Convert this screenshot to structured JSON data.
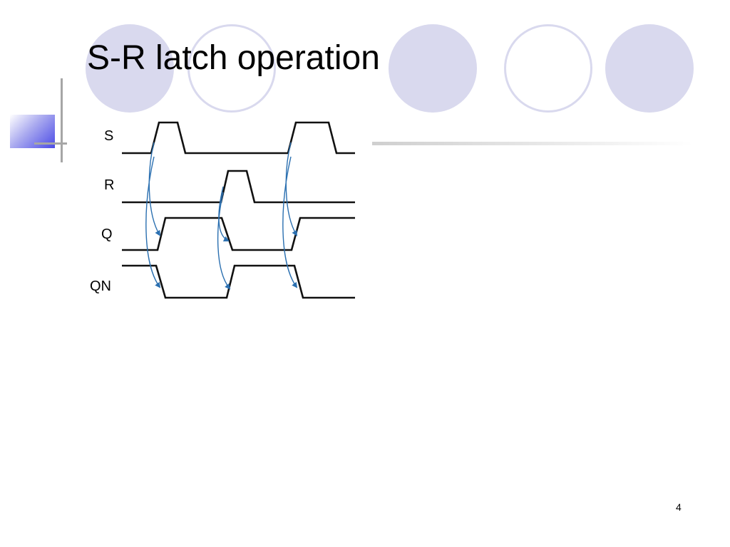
{
  "slide": {
    "title": "S-R latch operation",
    "page_number": "4"
  },
  "theme": {
    "circle_fill": "#d9d9ee",
    "arrow_color": "#2a6fb0",
    "accent_blue": "#4b4be6"
  },
  "diagram": {
    "signals": [
      {
        "id": "s",
        "label": "S"
      },
      {
        "id": "r",
        "label": "R"
      },
      {
        "id": "q",
        "label": "Q"
      },
      {
        "id": "qn",
        "label": "QN"
      }
    ]
  }
}
